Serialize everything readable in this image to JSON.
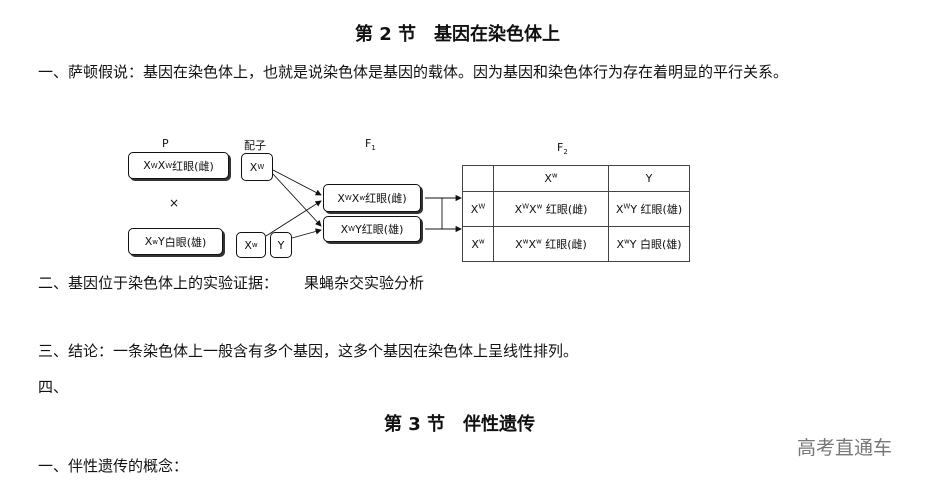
{
  "sec2": {
    "title": "第 2 节　基因在染色体上",
    "p1": "一、萨顿假说：基因在染色体上，也就是说染色体是基因的载体。因为基因和染色体行为存在着明显的平行关系。",
    "p2_label": "二、基因位于染色体上的实验证据：",
    "p2_value": "果蝇杂交实验分析",
    "p3": "三、结论：一条染色体上一般含有多个基因，这多个基因在染色体上呈线性排列。",
    "p4": "四、"
  },
  "diagram": {
    "label_p": "P",
    "label_gamete": "配子",
    "label_f1": "F",
    "label_f1_sub": "1",
    "label_f2": "F",
    "label_f2_sub": "2",
    "cross": "×",
    "parent_female": {
      "g1": "X",
      "s1": "W",
      "g2": "X",
      "s2": "W",
      "desc": " 红眼(雌)"
    },
    "parent_male": {
      "g1": "X",
      "s1": "w",
      "g2": "Y",
      "desc": " 白眼(雄)"
    },
    "gamete_female": {
      "g": "X",
      "s": "W"
    },
    "gamete_male_x": {
      "g": "X",
      "s": "w"
    },
    "gamete_male_y": "Y",
    "f1_female": {
      "g1": "X",
      "s1": "W",
      "g2": "X",
      "s2": "w",
      "desc": " 红眼(雌)"
    },
    "f1_male": {
      "g1": "X",
      "s1": "W",
      "g2": "Y",
      "desc": " 红眼(雄)"
    },
    "f2_table": {
      "col1": {
        "g": "X",
        "s": "w"
      },
      "col2": "Y",
      "row1": {
        "g": "X",
        "s": "W"
      },
      "row2": {
        "g": "X",
        "s": "w"
      },
      "c11": {
        "g1": "X",
        "s1": "W",
        "g2": "X",
        "s2": "w",
        "desc": " 红眼(雌)"
      },
      "c12": {
        "g1": "X",
        "s1": "W",
        "g2": "Y",
        "desc": " 红眼(雄)"
      },
      "c21": {
        "g1": "X",
        "s1": "w",
        "g2": "X",
        "s2": "w",
        "desc": " 红眼(雌)"
      },
      "c22": {
        "g1": "X",
        "s1": "w",
        "g2": "Y",
        "desc": " 白眼(雄)"
      }
    }
  },
  "sec3": {
    "title": "第 3 节　伴性遗传",
    "p1": "一、伴性遗传的概念："
  },
  "watermark": "高考直通车"
}
